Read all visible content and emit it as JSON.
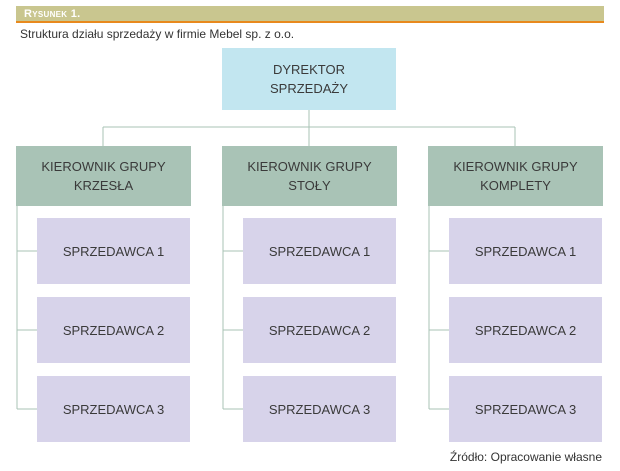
{
  "figure": {
    "label": "Rysunek 1.",
    "caption": "Struktura działu sprzedaży w firmie Mebel sp. z o.o.",
    "source": "Źródło: Opracowanie własne"
  },
  "director": {
    "line1": "DYREKTOR",
    "line2": "SPRZEDAŻY"
  },
  "groups": [
    {
      "manager_line1": "KIEROWNIK GRUPY",
      "manager_line2": "KRZESŁA",
      "sellers": [
        "SPRZEDAWCA 1",
        "SPRZEDAWCA 2",
        "SPRZEDAWCA 3"
      ]
    },
    {
      "manager_line1": "KIEROWNIK GRUPY",
      "manager_line2": "STOŁY",
      "sellers": [
        "SPRZEDAWCA 1",
        "SPRZEDAWCA 2",
        "SPRZEDAWCA 3"
      ]
    },
    {
      "manager_line1": "KIEROWNIK GRUPY",
      "manager_line2": "KOMPLETY",
      "sellers": [
        "SPRZEDAWCA 1",
        "SPRZEDAWCA 2",
        "SPRZEDAWCA 3"
      ]
    }
  ],
  "colors": {
    "header_bar": "#c9c68f",
    "header_rule": "#e8891d",
    "director_fill": "#c2e6f0",
    "manager_fill": "#a9c3b6",
    "seller_fill": "#d7d3ea",
    "connector": "#a9c3b6"
  }
}
